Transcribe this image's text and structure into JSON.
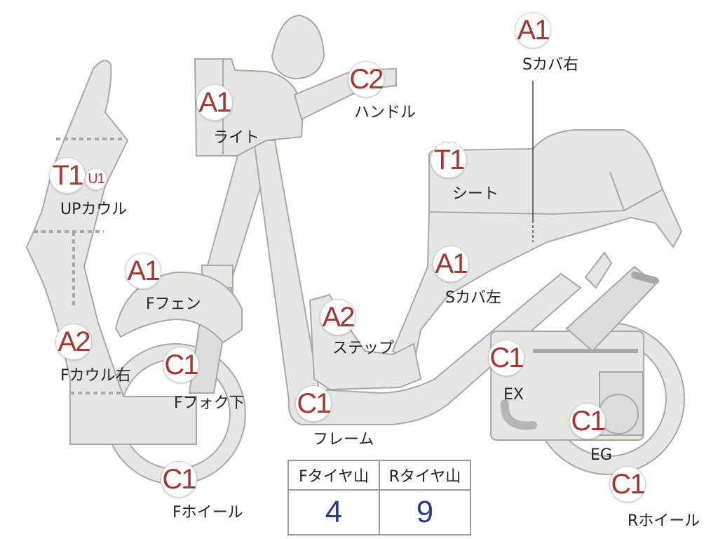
{
  "parts": [
    {
      "id": "light",
      "grade": "A1",
      "label": "ライト"
    },
    {
      "id": "handle",
      "grade": "C2",
      "label": "ハンドル"
    },
    {
      "id": "seat-cover-r",
      "grade": "A1",
      "label": "Sカバ右"
    },
    {
      "id": "up-cowl",
      "grade": "T1",
      "sub_grade": "U1",
      "label": "UPカウル"
    },
    {
      "id": "seat",
      "grade": "T1",
      "label": "シート"
    },
    {
      "id": "f-fender",
      "grade": "A1",
      "label": "Fフェン"
    },
    {
      "id": "seat-cover-l",
      "grade": "A1",
      "label": "Sカバ左"
    },
    {
      "id": "step",
      "grade": "A2",
      "label": "ステップ"
    },
    {
      "id": "f-cowl-r",
      "grade": "A2",
      "label": "Fカウル右"
    },
    {
      "id": "f-fork-lower",
      "grade": "C1",
      "label": "Fフォク下"
    },
    {
      "id": "exhaust",
      "grade": "C1",
      "label": "EX"
    },
    {
      "id": "frame",
      "grade": "C1",
      "label": "フレーム"
    },
    {
      "id": "engine",
      "grade": "C1",
      "label": "EG"
    },
    {
      "id": "f-wheel",
      "grade": "C1",
      "label": "Fホイール"
    },
    {
      "id": "r-wheel",
      "grade": "C1",
      "label": "Rホイール"
    }
  ],
  "tread_table": {
    "headers": [
      "Fタイヤ山",
      "Rタイヤ山"
    ],
    "values": [
      "4",
      "9"
    ]
  },
  "colors": {
    "grade_text": "#a03a33",
    "tread_value": "#2d3f86",
    "part_fill": "#e6e6e2",
    "part_stroke": "#a8a8a4"
  }
}
